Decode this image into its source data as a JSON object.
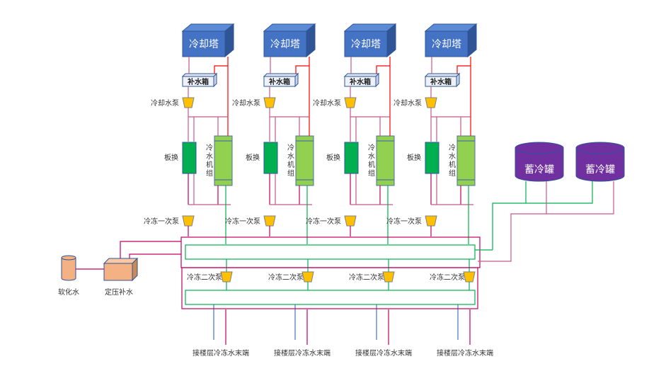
{
  "colors": {
    "tower_front": "#4472c4",
    "tower_top": "#5b8ad6",
    "tower_side": "#2f5597",
    "tank_fill": "#7030a0",
    "plate_hx": "#00b050",
    "chiller": "#92d050",
    "pump": "#ffc000",
    "softener": "#f4b183",
    "cooling_pipe_red": "#ff0000",
    "cooling_pipe_pink": "#c55a8a",
    "chw_pipe_magenta": "#c00060",
    "chw_pipe_green": "#00b050",
    "supply_pipe_blue": "#4472c4"
  },
  "units": [
    {
      "tower": "冷却塔",
      "makeup_tank": "补水箱",
      "cooling_pump": "冷却水泵",
      "plate_hx": "板换",
      "chiller": "冷水机组",
      "primary_pump": "冷冻一次泵",
      "secondary_pump": "冷冻二次泵",
      "terminal": "接楼层冷冻水末端"
    },
    {
      "tower": "冷却塔",
      "makeup_tank": "补水箱",
      "cooling_pump": "冷却水泵",
      "plate_hx": "板换",
      "chiller": "冷水机组",
      "primary_pump": "冷冻一次泵",
      "secondary_pump": "冷冻二次泵",
      "terminal": "接楼层冷冻水末端"
    },
    {
      "tower": "冷却塔",
      "makeup_tank": "补水箱",
      "cooling_pump": "冷却水泵",
      "plate_hx": "板换",
      "chiller": "冷水机组",
      "primary_pump": "冷冻一次泵",
      "secondary_pump": "冷冻二次泵",
      "terminal": "接楼层冷冻水末端"
    },
    {
      "tower": "冷却塔",
      "makeup_tank": "补水箱",
      "cooling_pump": "冷却水泵",
      "plate_hx": "板换",
      "chiller": "冷水机组",
      "primary_pump": "冷冻一次泵",
      "secondary_pump": "冷冻二次泵",
      "terminal": "接楼层冷冻水末端"
    }
  ],
  "storage_tanks": [
    "蓄冷罐",
    "蓄冷罐"
  ],
  "softened_water": "软化水",
  "pressurized_makeup": "定压补水"
}
